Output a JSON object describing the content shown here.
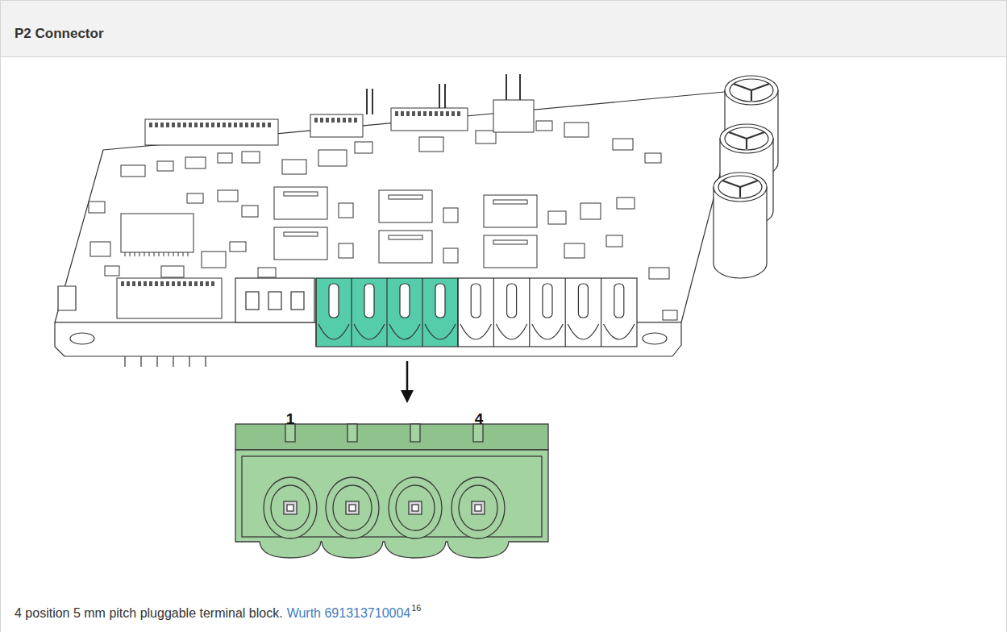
{
  "diagram": {
    "title": "P2 Connector",
    "caption": "4 position 5 mm pitch pluggable terminal block.",
    "labels": [
      "1",
      "4",
      "Wurth 691313710004",
      "16"
    ]
  }
}
